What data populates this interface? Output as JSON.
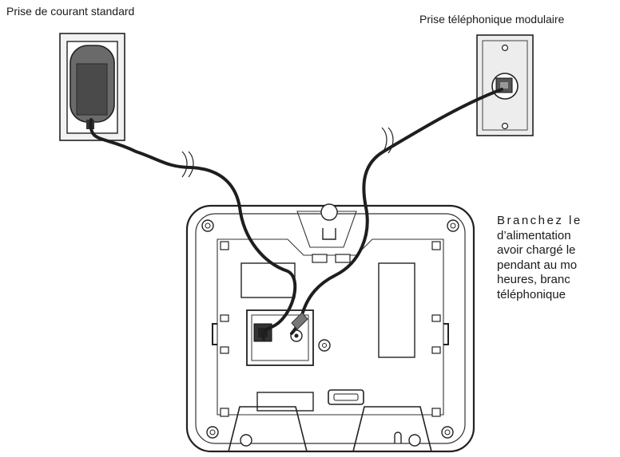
{
  "labels": {
    "power_outlet": "Prise de courant standard",
    "phone_jack": "Prise téléphonique modulaire"
  },
  "instructions": {
    "lines": [
      "Branchez le",
      "d’alimentation",
      "avoir chargé le",
      "pendant au mo",
      "heures, branc",
      "téléphonique"
    ]
  }
}
